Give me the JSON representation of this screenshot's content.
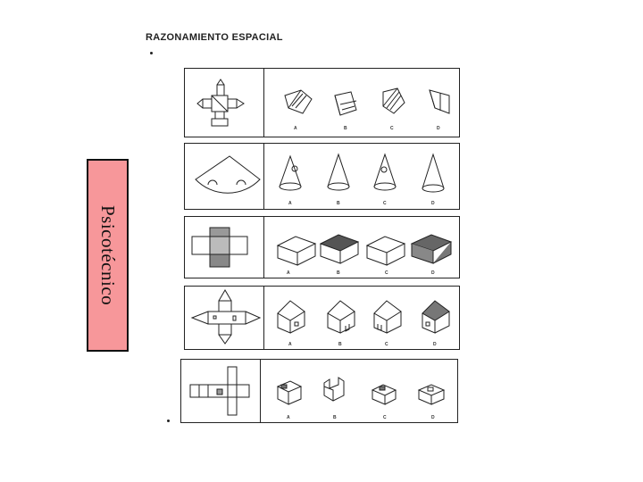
{
  "side_label": "Psicotécnico",
  "sheet": {
    "title": "RAZONAMIENTO ESPACIAL"
  },
  "rows": [
    {
      "options": [
        "A",
        "B",
        "C",
        "D"
      ]
    },
    {
      "options": [
        "A",
        "B",
        "C",
        "D"
      ]
    },
    {
      "options": [
        "A",
        "B",
        "C",
        "D"
      ]
    },
    {
      "options": [
        "A",
        "B",
        "C",
        "D"
      ]
    },
    {
      "options": [
        "A",
        "B",
        "C",
        "D"
      ]
    }
  ],
  "colors": {
    "side_label_bg": "#f7979a",
    "ink": "#222222"
  }
}
